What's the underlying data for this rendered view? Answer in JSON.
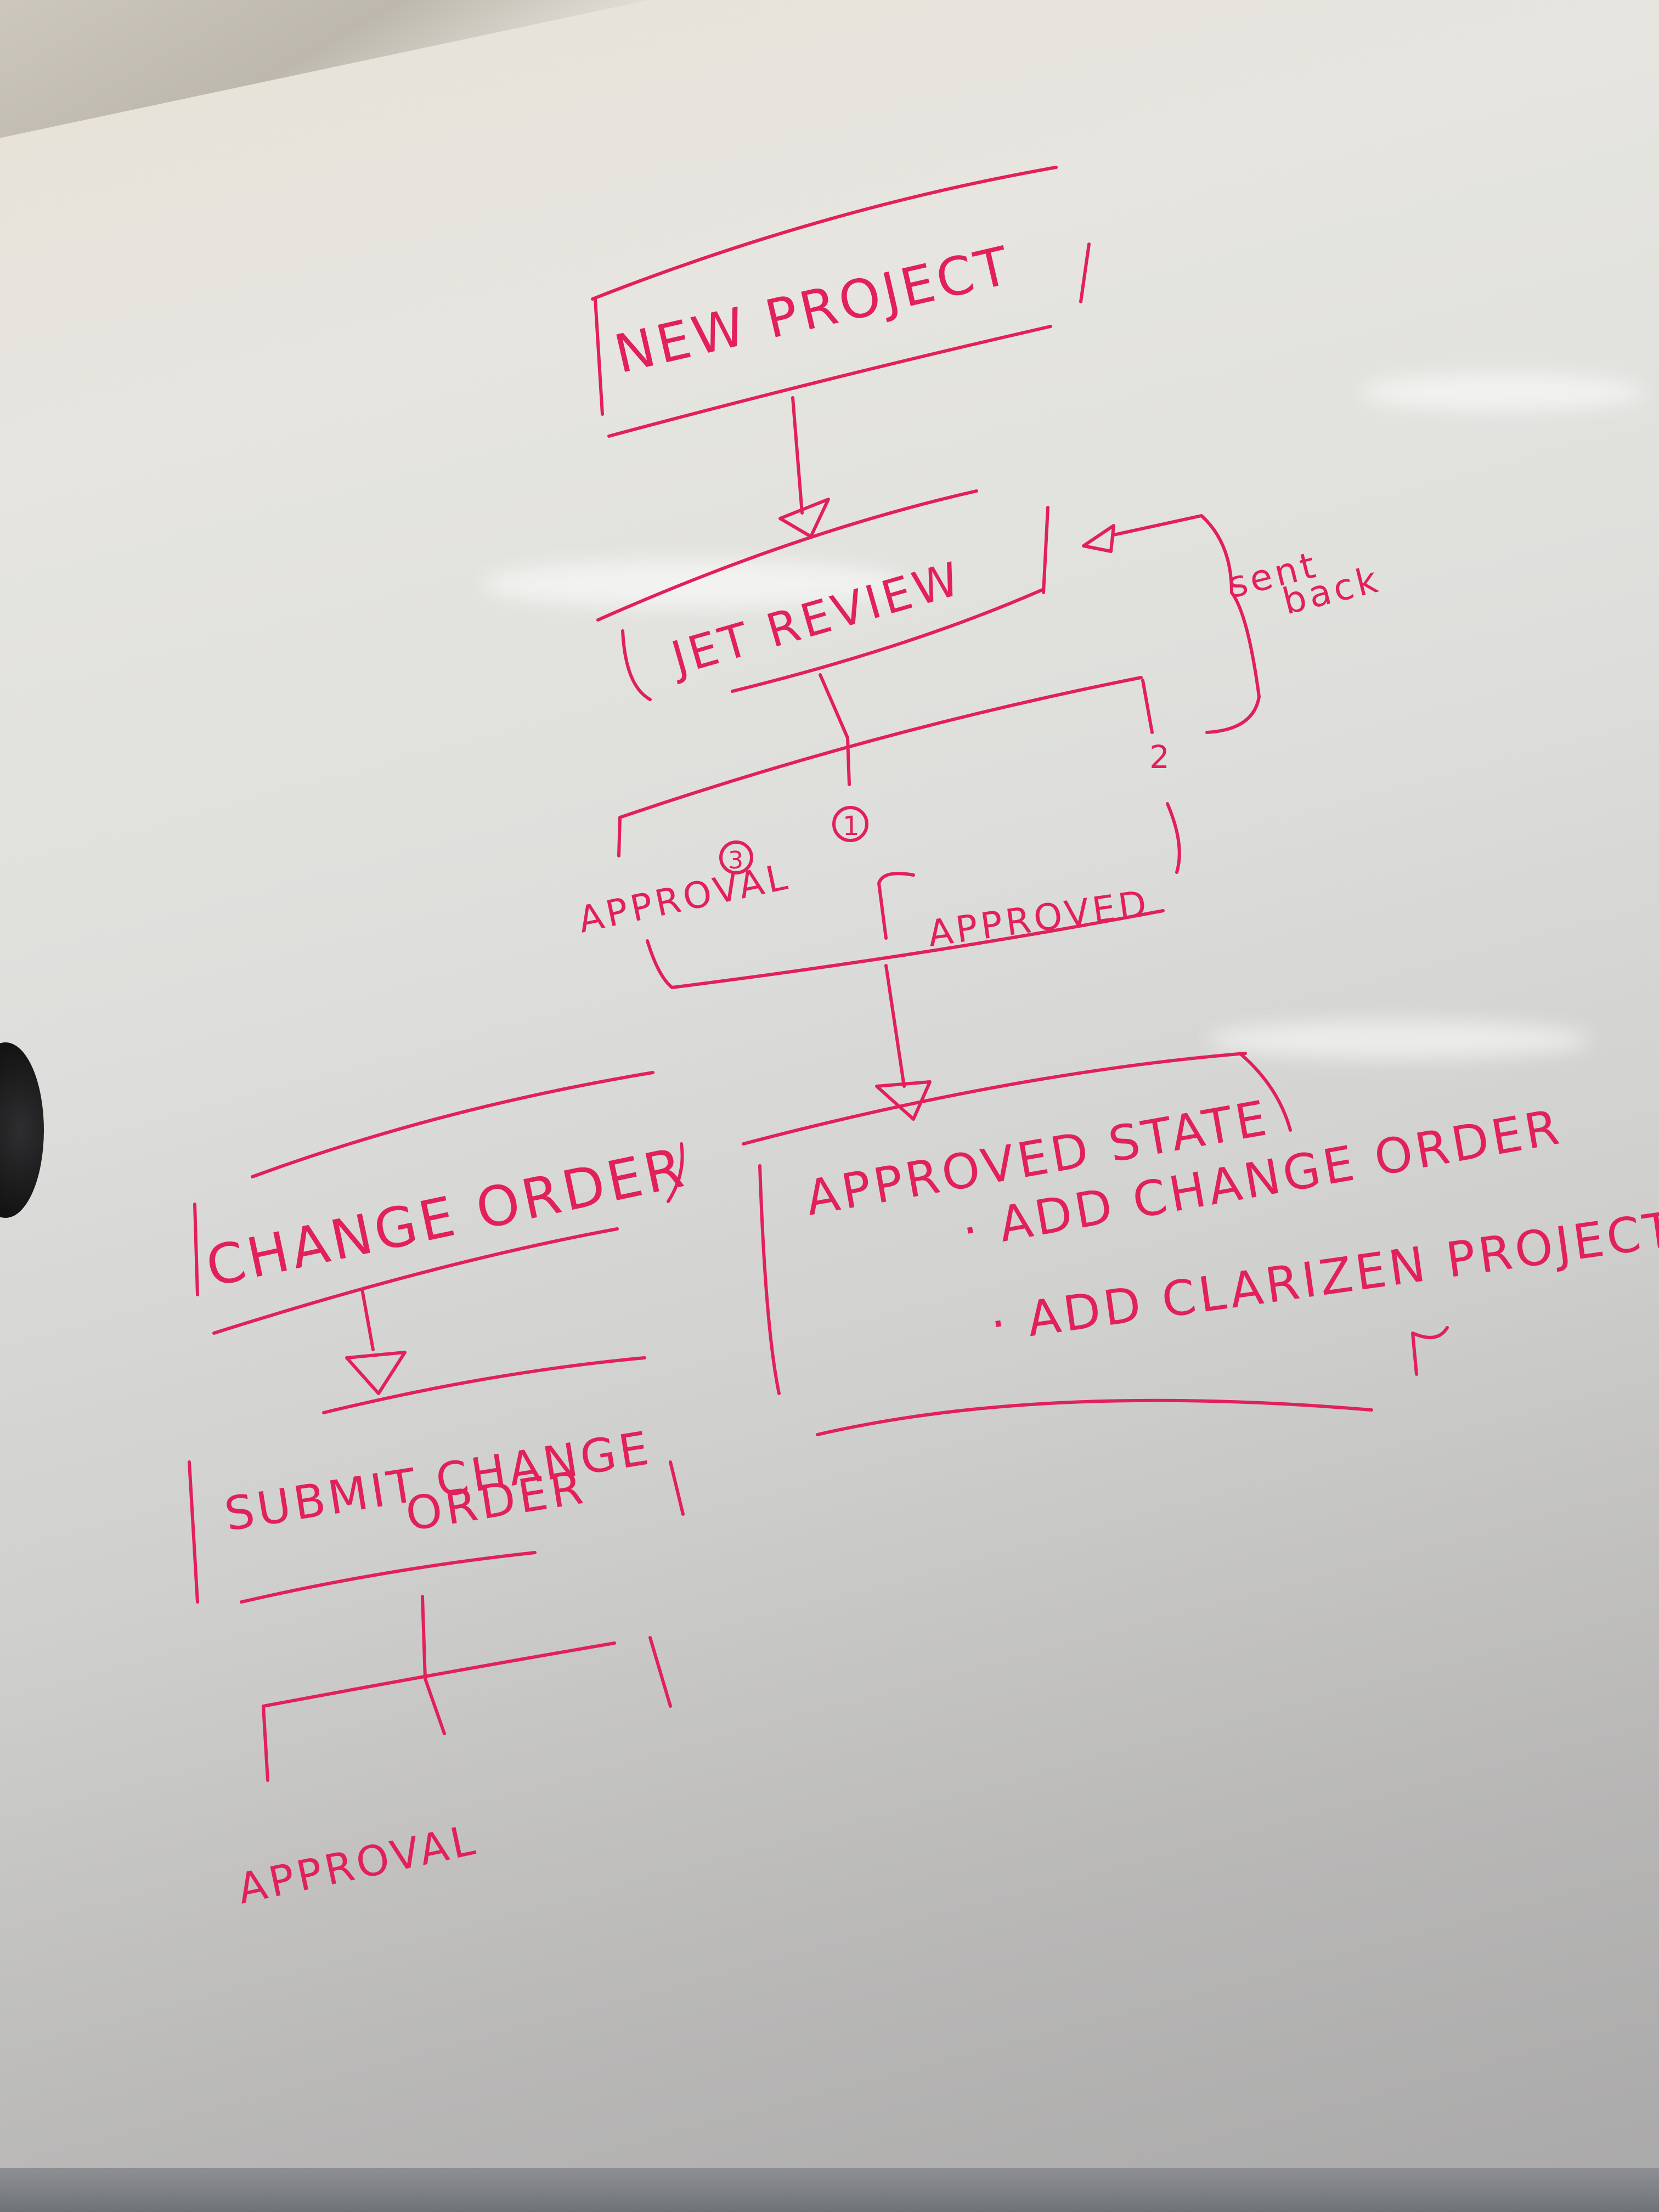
{
  "colors": {
    "ink": "#e2205a",
    "board": "#e3e2dd"
  },
  "nodes": {
    "new_project": "NEW PROJECT",
    "jet_review": "JET REVIEW",
    "sent_back_1": "sent",
    "sent_back_2": "back",
    "branch_two": "2",
    "branch_one": "1",
    "approval_label": "APPROVAL",
    "approval_marker": "3",
    "approved_label": "APPROVED",
    "approved_state": "APPROVED STATE",
    "add_change_order": "· ADD CHANGE ORDER",
    "add_clarizen_project": "· ADD CLARIZEN PROJECT",
    "change_order": "CHANGE ORDER",
    "submit_change_order_1": "SUBMIT CHANGE",
    "submit_change_order_2": "ORDER",
    "approval_bottom": "APPROVAL"
  }
}
